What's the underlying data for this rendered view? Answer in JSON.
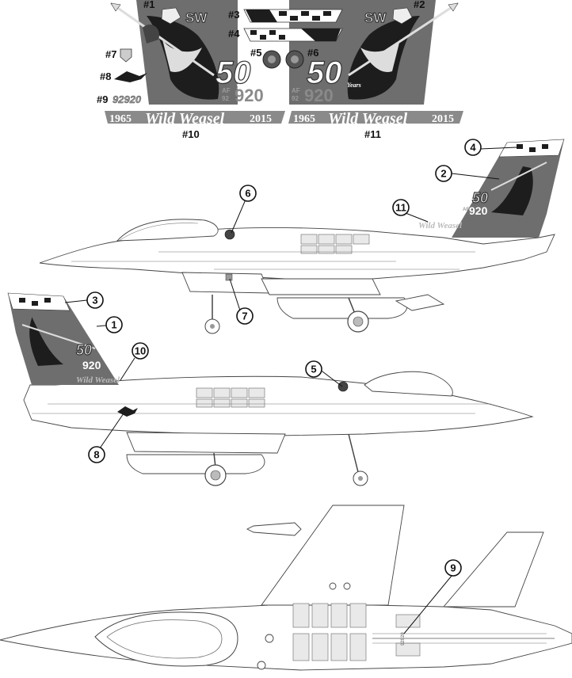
{
  "decal_tags": {
    "t1": "#1",
    "t2": "#2",
    "t3": "#3",
    "t4": "#4",
    "t5": "#5",
    "t6": "#6",
    "t7": "#7",
    "t8": "#8",
    "t9": "#9",
    "t10": "#10",
    "t11": "#11"
  },
  "decal_text": {
    "wing": "SW",
    "fifty": "50",
    "years": "Years",
    "af": "AF",
    "year2": "92",
    "tail_number": "920",
    "serial": "92920",
    "banner_start": "1965",
    "banner_title": "Wild Weasel",
    "banner_end": "2015"
  },
  "callouts": {
    "c1": "1",
    "c2": "2",
    "c3": "3",
    "c4": "4",
    "c5": "5",
    "c6": "6",
    "c7": "7",
    "c8": "8",
    "c9": "9",
    "c10": "10",
    "c11": "11"
  },
  "colors": {
    "ink": "#111111",
    "tail_gray": "#6e6e6e",
    "tail_dark": "#1d1d1d",
    "outline": "#444444"
  }
}
